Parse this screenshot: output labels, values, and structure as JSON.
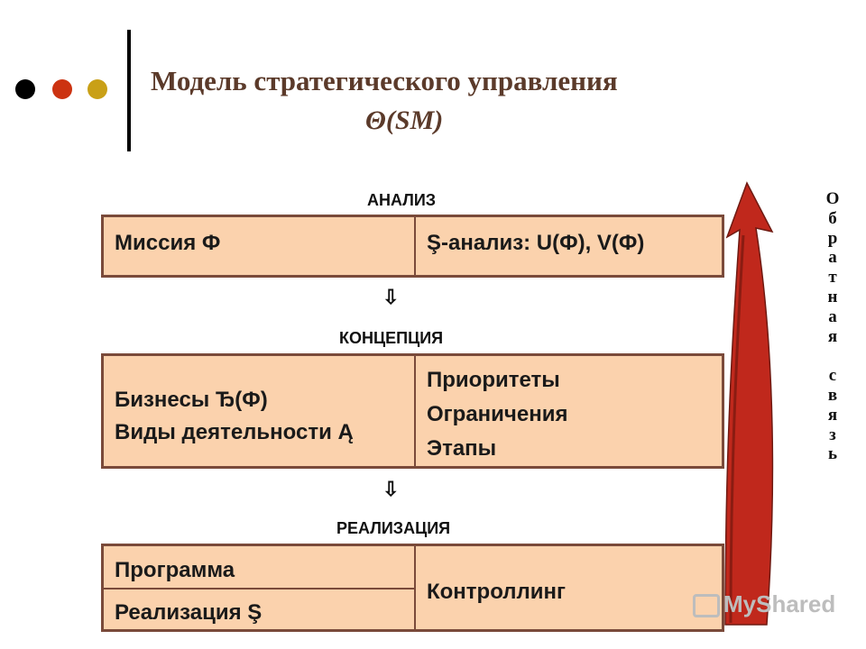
{
  "title": {
    "line1": "Модель стратегического управления",
    "line2": "Θ(SM)"
  },
  "colors": {
    "dot_black": "#000000",
    "dot_red": "#cc3311",
    "dot_yellow": "#c9a017",
    "box_fill": "#fbd2ad",
    "box_border": "#7a4a3a",
    "arrow_fill": "#c0281c"
  },
  "sections": {
    "analysis": {
      "label": "АНАЛИЗ",
      "left": "Миссия Ф",
      "right": "Ş-анализ: U(Ф), V(Ф)"
    },
    "concept": {
      "label": "КОНЦЕПЦИЯ",
      "left_line1": "Бизнесы Ђ(Ф)",
      "left_line2": "Виды деятельности Ą",
      "right_line1": "Приоритеты",
      "right_line2": "Ограничения",
      "right_line3": "Этапы"
    },
    "implementation": {
      "label": "РЕАЛИЗАЦИЯ",
      "left_top": "Программа",
      "left_bottom": "Реализация Ş",
      "right": "Контроллинг"
    }
  },
  "flow_arrows": [
    "⇩",
    "⇩"
  ],
  "feedback": {
    "letters": [
      "О",
      "б",
      "р",
      "а",
      "т",
      "н",
      "а",
      "я",
      "",
      "с",
      "в",
      "я",
      "з",
      "ь"
    ]
  },
  "watermark": "MyShared"
}
